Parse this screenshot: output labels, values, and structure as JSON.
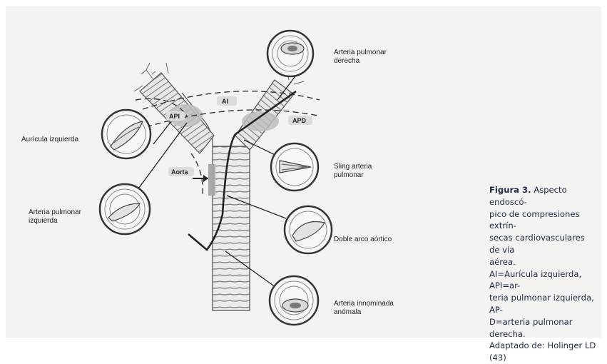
{
  "figure": {
    "region_labels": {
      "ai": "AI",
      "api": "API",
      "apd": "APD",
      "aorta": "Aorta"
    },
    "callouts": {
      "arteria_pulmonar_derecha": "Arteria pulmonar derecha",
      "auricula_izquierda": "Aurícula izquierda",
      "arteria_pulmonar_izquierda": "Arteria pulmonar izquierda",
      "sling": "Sling arteria pulmonar",
      "doble_arco": "Doble arco aórtico",
      "innominada": "Arteria innominada anómala"
    }
  },
  "caption": {
    "lead": "Figura 3.",
    "lines": [
      "Aspecto endoscó-",
      "pico de compresiones extrín-",
      "secas cardiovasculares de vía",
      "aérea.",
      "AI=Aurícula izquierda, API=ar-",
      "teria pulmonar izquierda, AP-",
      "D=arteria pulmonar derecha.",
      "Adaptado de: Holinger LD (43)"
    ]
  }
}
